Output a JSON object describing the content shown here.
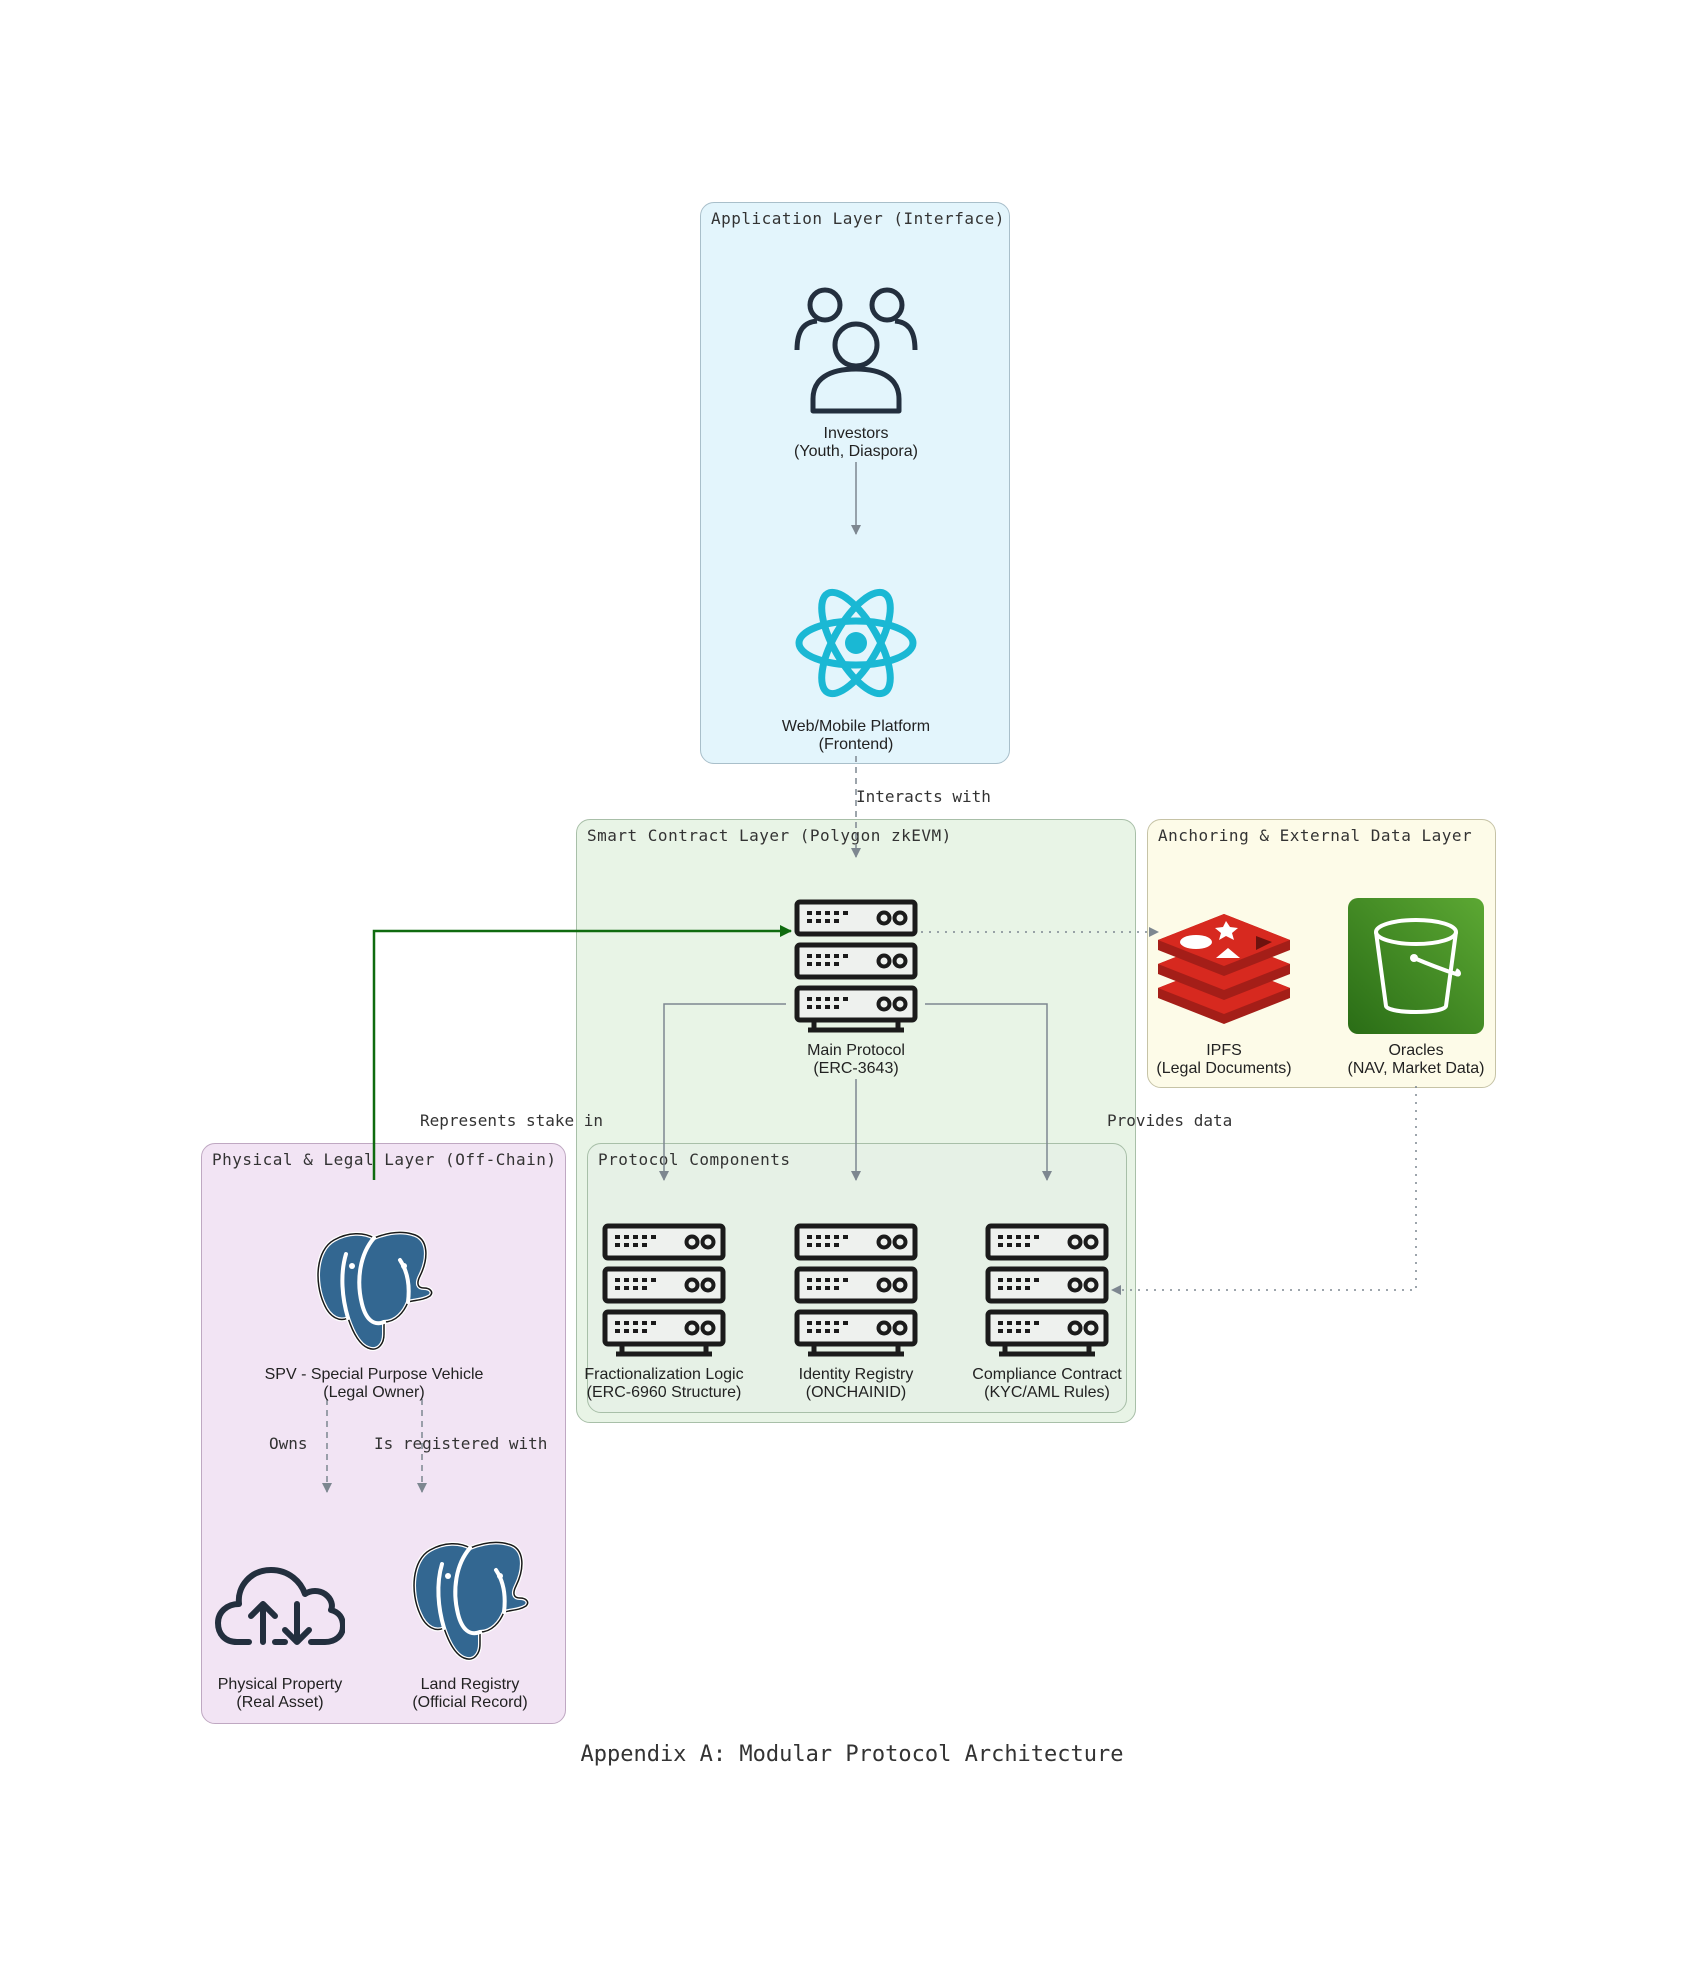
{
  "caption": "Appendix A: Modular Protocol Architecture",
  "groups": {
    "application": "Application Layer (Interface)",
    "smart_contract": "Smart Contract Layer (Polygon zkEVM)",
    "anchoring": "Anchoring & External Data Layer",
    "protocol_components": "Protocol Components",
    "physical_legal": "Physical & Legal Layer (Off-Chain)"
  },
  "nodes": {
    "investors": {
      "line1": "Investors",
      "line2": "(Youth, Diaspora)",
      "icon": "users-icon"
    },
    "frontend": {
      "line1": "Web/Mobile Platform",
      "line2": "(Frontend)",
      "icon": "react-icon"
    },
    "main_protocol": {
      "line1": "Main Protocol",
      "line2": "(ERC-3643)",
      "icon": "server-icon"
    },
    "ipfs": {
      "line1": "IPFS",
      "line2": "(Legal Documents)",
      "icon": "redis-icon"
    },
    "oracles": {
      "line1": "Oracles",
      "line2": "(NAV, Market Data)",
      "icon": "bucket-icon"
    },
    "fractionalization": {
      "line1": "Fractionalization Logic",
      "line2": "(ERC-6960 Structure)",
      "icon": "server-icon"
    },
    "identity": {
      "line1": "Identity Registry",
      "line2": "(ONCHAINID)",
      "icon": "server-icon"
    },
    "compliance": {
      "line1": "Compliance Contract",
      "line2": "(KYC/AML Rules)",
      "icon": "server-icon"
    },
    "spv": {
      "line1": "SPV - Special Purpose Vehicle",
      "line2": "(Legal Owner)",
      "icon": "postgres-elephant-icon"
    },
    "property": {
      "line1": "Physical Property",
      "line2": "(Real Asset)",
      "icon": "cloud-upload-download-icon"
    },
    "land_registry": {
      "line1": "Land Registry",
      "line2": "(Official Record)",
      "icon": "postgres-elephant-icon"
    }
  },
  "edges": {
    "interacts_with": "Interacts with",
    "represents_stake": "Represents stake in",
    "provides_data": "Provides data",
    "owns": "Owns",
    "registered_with": "Is registered with"
  },
  "colors": {
    "application_bg": "#e3f5fc",
    "smart_contract_bg": "#e8f4e6",
    "anchoring_bg": "#fdfbe8",
    "physical_bg": "#f2e4f4",
    "edge_gray": "#7d8790",
    "edge_green": "#0f6b0f",
    "react_cyan": "#1ab8d4",
    "redis_red": "#d7291f",
    "bucket_green": "#3d8d22",
    "elephant_blue": "#336791"
  }
}
